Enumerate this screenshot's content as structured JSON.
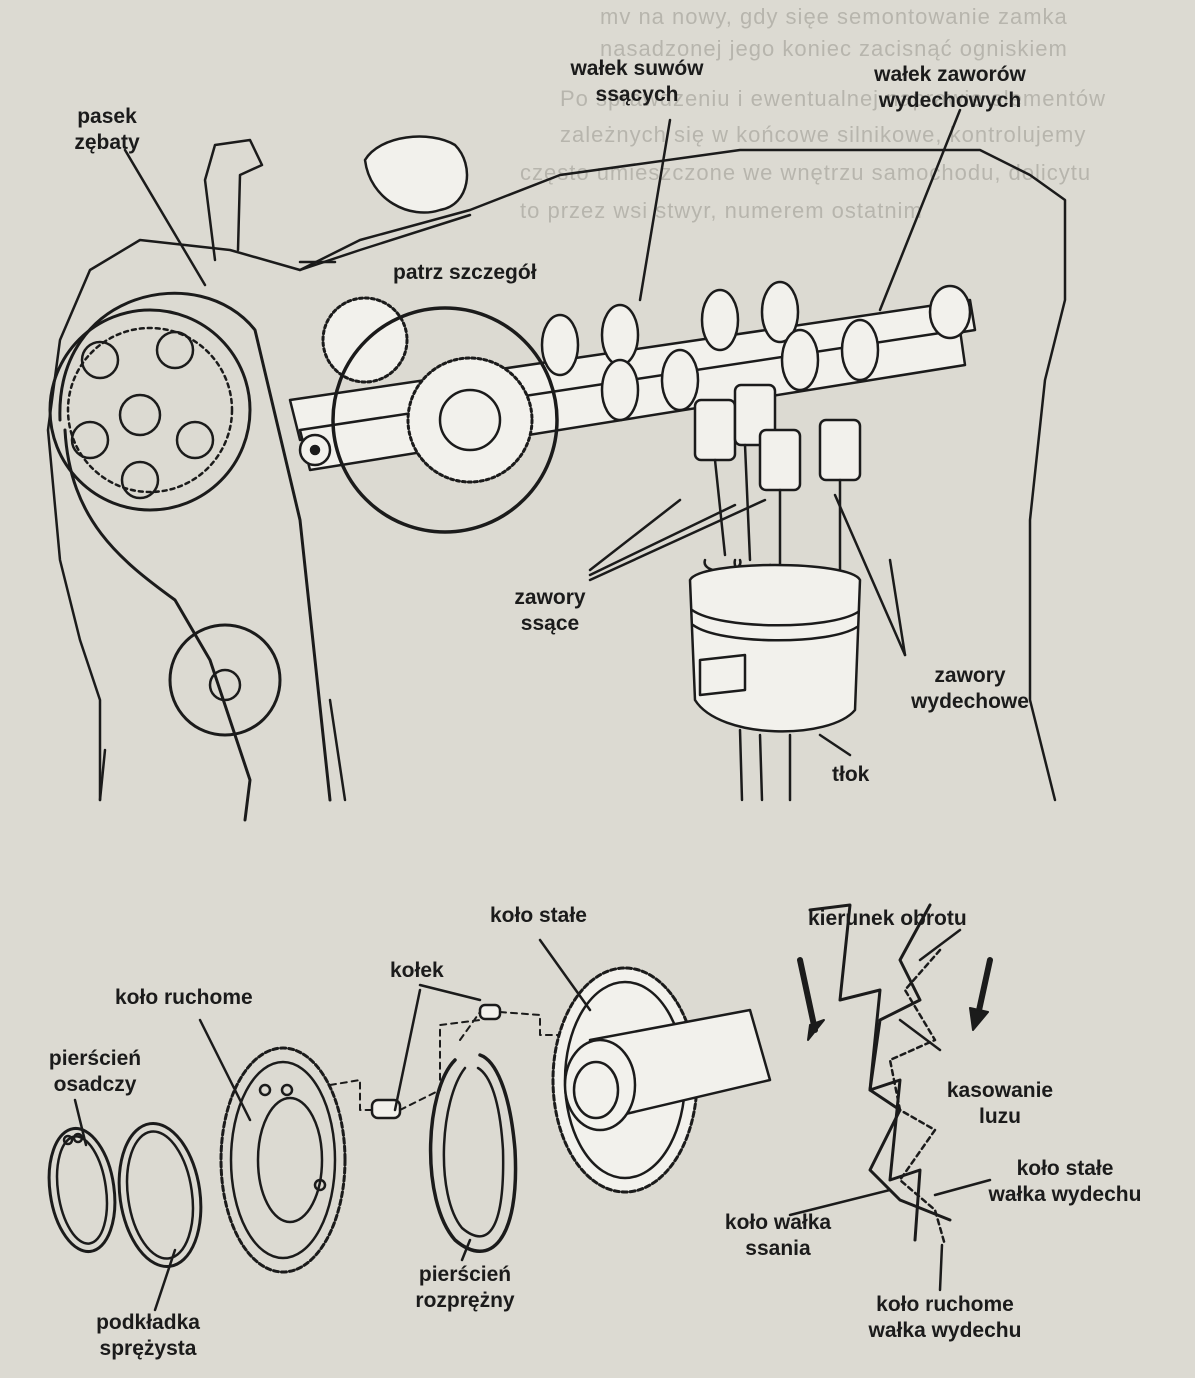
{
  "background_text": [
    "mv na nowy, gdy sięe semontowanie zamka",
    "nasadzonej jego koniec zacisnąć ogniskiem",
    "Po sprawdzeniu i ewentualnej naprawie elementów",
    "zależnych się w końcowe silnikowe, kontrolujemy",
    "często umieszczone we wnętrzu samochodu, dolicytu",
    "to przez wsi stwyr, numerem ostatnim"
  ],
  "labels": {
    "pasek_zebaty": "pasek\nzębaty",
    "walek_suwow_ssacych": "wałek suwów\nssących",
    "walek_zaworow_wydechowych": "wałek zaworów\nwydechowych",
    "patrz_szczegol": "patrz szczegół",
    "zawory_ssace": "zawory\nssące",
    "zawory_wydechowe": "zawory\nwydechowe",
    "tlok": "tłok",
    "kolo_stale": "koło stałe",
    "kolek": "kołek",
    "kolo_ruchome": "koło ruchome",
    "pierscien_osadczy": "pierścień\nosadczy",
    "podkladka_sprezysta": "podkładka\nsprężysta",
    "pierscien_rozprezny": "pierścień\nrozprężny",
    "kierunek_obrotu": "kierunek obrotu",
    "kasowanie_luzu": "kasowanie\nluzu",
    "kolo_stale_walka_wydechu": "koło stałe\nwałka wydechu",
    "kolo_walka_ssania": "koło wałka\nssania",
    "kolo_ruchome_walka_wydechu": "koło ruchome\nwałka wydechu"
  },
  "colors": {
    "ink": "#1b1b1b",
    "paper": "#dcdad2",
    "line_fill": "#f2f1ec"
  }
}
